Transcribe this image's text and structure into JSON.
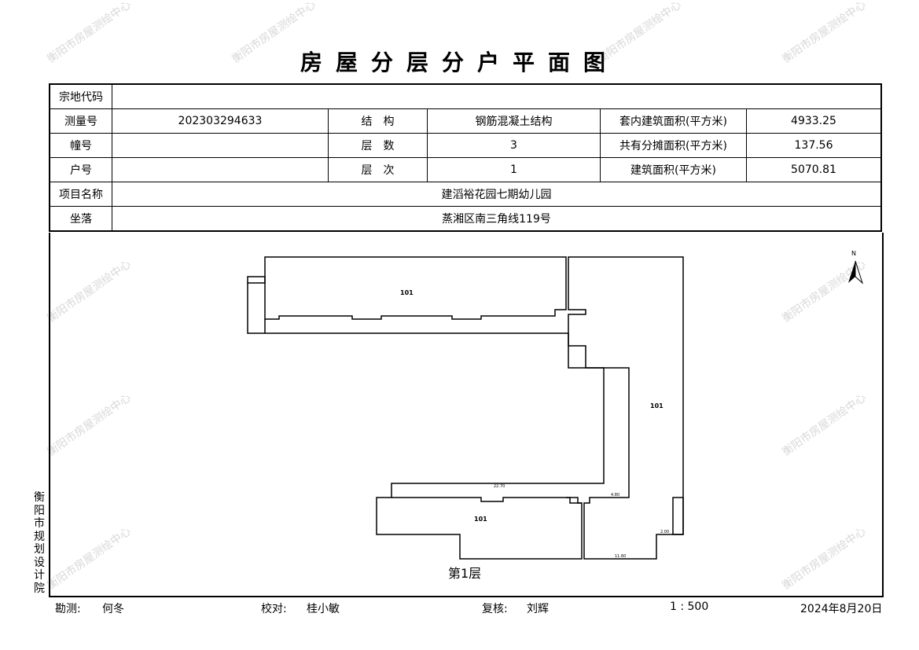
{
  "title": "房屋分层分户平面图",
  "info": {
    "parcel_code_label": "宗地代码",
    "parcel_code": "",
    "survey_no_label": "测量号",
    "survey_no": "202303294633",
    "structure_label": "结　构",
    "structure": "钢筋混凝土结构",
    "inner_area_label": "套内建筑面积(平方米)",
    "inner_area": "4933.25",
    "building_no_label": "幢号",
    "building_no": "",
    "floors_label": "层　数",
    "floors": "3",
    "shared_area_label": "共有分摊面积(平方米)",
    "shared_area": "137.56",
    "unit_no_label": "户号",
    "unit_no": "",
    "floor_level_label": "层　次",
    "floor_level": "1",
    "building_area_label": "建筑面积(平方米)",
    "building_area": "5070.81",
    "project_label": "项目名称",
    "project": "建滔裕花园七期幼儿园",
    "location_label": "坐落",
    "location": "蒸湘区南三角线119号"
  },
  "plan": {
    "rooms": [
      "101",
      "101",
      "101"
    ],
    "floor_caption": "第1层",
    "north": "N",
    "dims": [
      "22.70",
      "4.80",
      "11.60",
      "2.00"
    ]
  },
  "side_org": "衡阳市规划设计院",
  "watermark": "衡阳市房屋测绘中心",
  "footer": {
    "surveyor_label": "勘测:",
    "surveyor": "何冬",
    "checker_label": "校对:",
    "checker": "桂小敏",
    "reviewer_label": "复核:",
    "reviewer": "刘辉",
    "scale": "1 : 500",
    "date": "2024年8月20日"
  }
}
